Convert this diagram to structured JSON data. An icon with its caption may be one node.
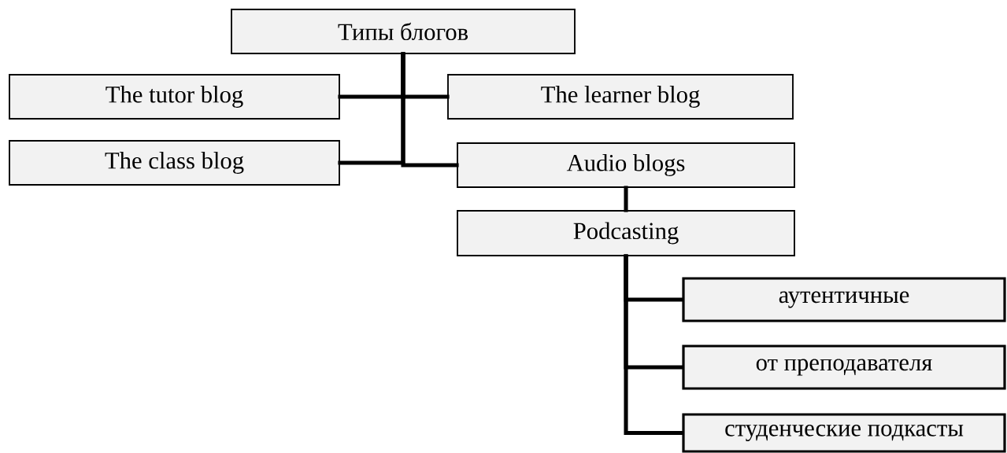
{
  "diagram": {
    "nodes": [
      {
        "text": [
          "Типы блогов"
        ]
      },
      {
        "text": [
          "The tutor blog"
        ]
      },
      {
        "text": [
          "The learner blog"
        ]
      },
      {
        "text": [
          "The class blog"
        ]
      },
      {
        "text": [
          "Audio blogs"
        ]
      },
      {
        "text": [
          "Podcasting"
        ]
      },
      {
        "text": [
          "аутентичные"
        ]
      },
      {
        "text": [
          "от преподавателя"
        ]
      },
      {
        "text": [
          "студенческие подкасты"
        ]
      }
    ],
    "edges": [
      {
        "from": 0,
        "to": 1,
        "arrow": "none"
      },
      {
        "from": 0,
        "to": 2,
        "arrow": "none"
      },
      {
        "from": 0,
        "to": 3,
        "arrow": "none"
      },
      {
        "from": 0,
        "to": 4,
        "arrow": "none"
      },
      {
        "from": 4,
        "to": 5,
        "arrow": "none"
      },
      {
        "from": 5,
        "to": 6,
        "arrow": "none"
      },
      {
        "from": 5,
        "to": 7,
        "arrow": "none"
      },
      {
        "from": 5,
        "to": 8,
        "arrow": "none"
      }
    ]
  }
}
